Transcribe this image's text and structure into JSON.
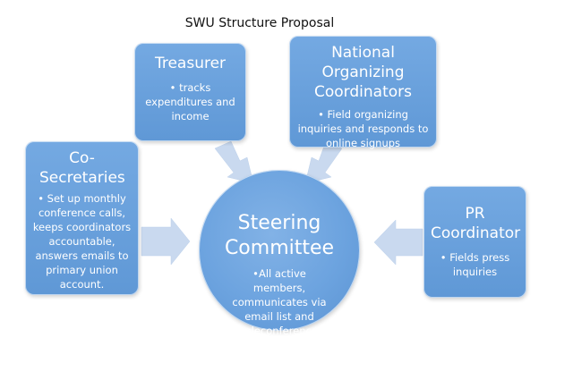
{
  "title": "SWU Structure Proposal",
  "center": {
    "heading": "Steering Committee",
    "bullet": "•All active members, communicates via email list and teleconference"
  },
  "treasurer": {
    "heading": "Treasurer",
    "bullet": "• tracks expenditures and income"
  },
  "national_organizing": {
    "heading": "National Organizing Coordinators",
    "bullet": "• Field organizing inquiries and responds to online signups"
  },
  "co_secretaries": {
    "heading": "Co-Secretaries",
    "bullet": "• Set up monthly conference calls, keeps coordinators accountable, answers emails to primary union account."
  },
  "pr_coordinator": {
    "heading": "PR Coordinator",
    "bullet": "• Fields press inquiries"
  },
  "colors": {
    "node_fill": "#6aa2de",
    "arrow_fill": "#c9d9ef",
    "text": "#ffffff"
  }
}
